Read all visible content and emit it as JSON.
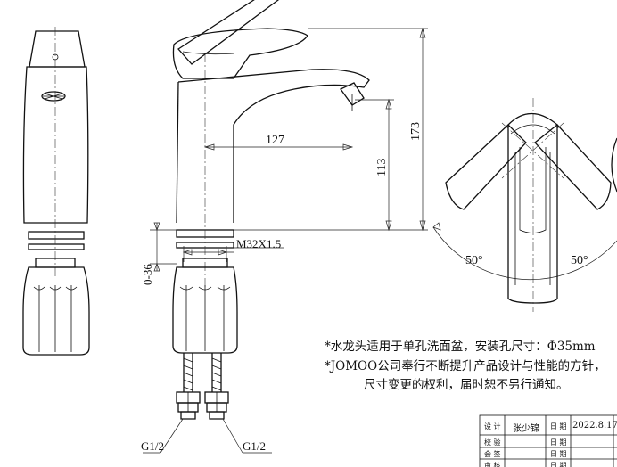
{
  "dimensions": {
    "spout_reach": "127",
    "spout_height": "113",
    "total_height": "173",
    "thread": "M32X1.5",
    "deck_thickness": "0-36",
    "hose_left": "G1/2",
    "hose_right": "G1/2",
    "angle_left": "50°",
    "angle_right": "50°"
  },
  "notes": {
    "line1": "*水龙头适用于单孔洗面盆，安装孔尺寸：Φ35mm",
    "line2": "*JOMOO公司奉行不断提升产品设计与性能的方针，",
    "line3": "尺寸变更的权利，届时恕不另行通知。"
  },
  "title_block": {
    "rows": [
      {
        "label": "设 计",
        "name": "张少锦",
        "date_label": "日 期",
        "date": "2022.8.17"
      },
      {
        "label": "校 验",
        "name": "",
        "date_label": "日 期",
        "date": ""
      },
      {
        "label": "会 签",
        "name": "",
        "date_label": "日 期",
        "date": ""
      },
      {
        "label": "审 核",
        "name": "",
        "date_label": "日 期",
        "date": ""
      }
    ]
  }
}
